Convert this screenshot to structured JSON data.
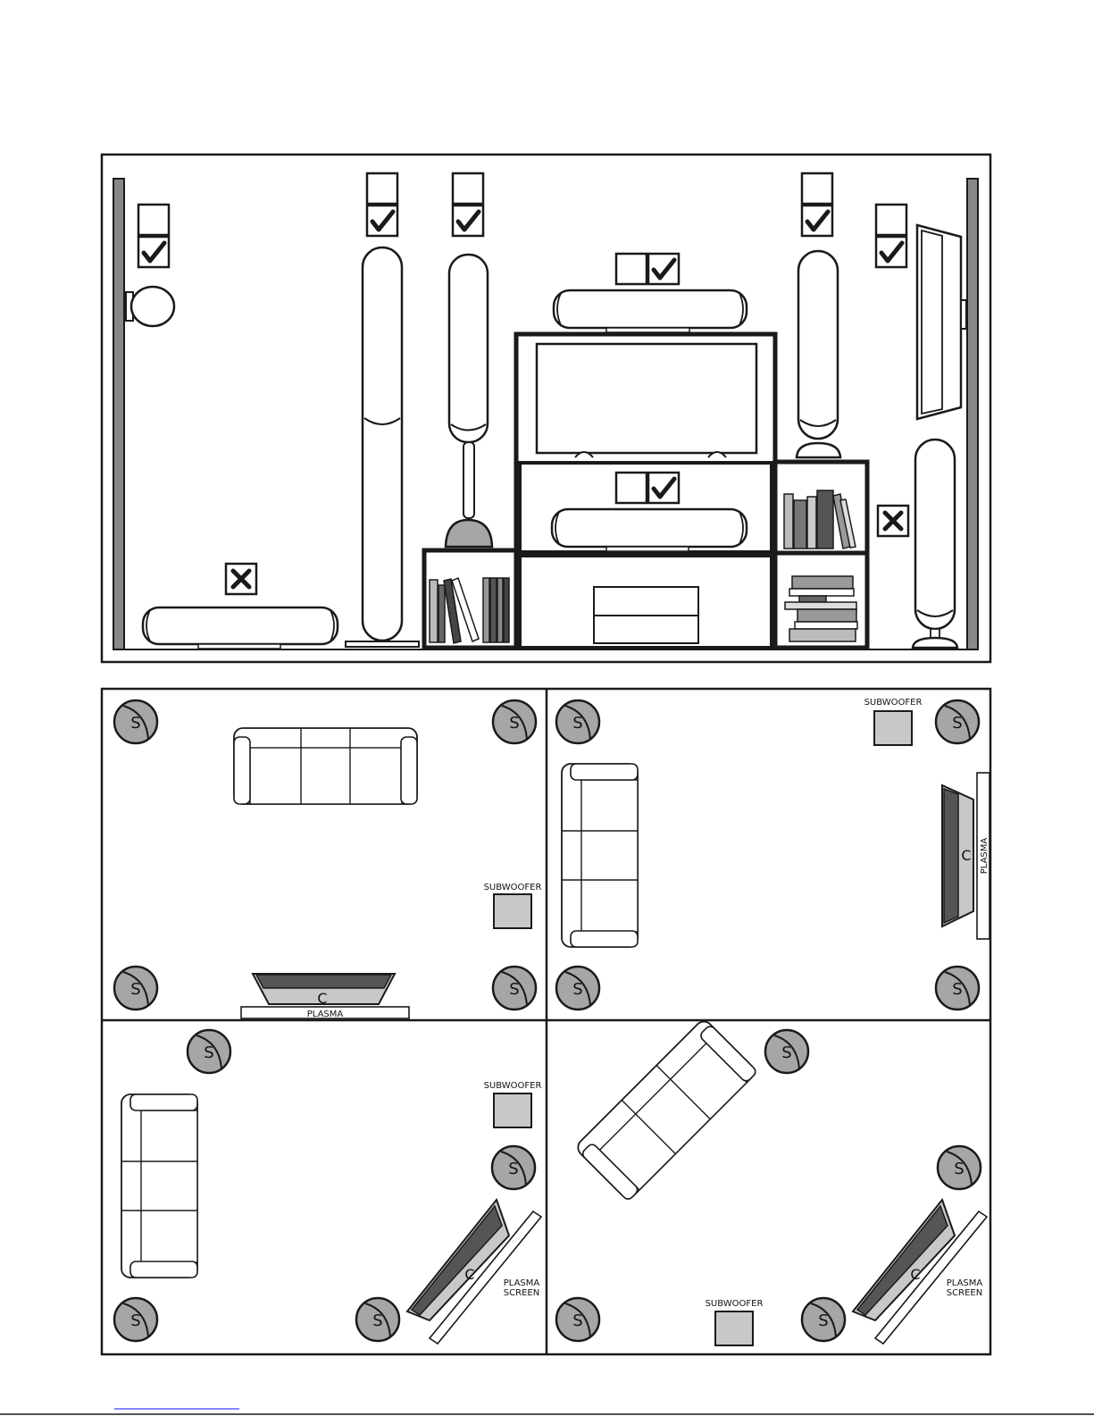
{
  "labels": {
    "speaker": "S",
    "center": "C",
    "subwoofer": "SUBWOOFER",
    "plasma": "PLASMA",
    "plasma_screen_1": "PLASMA",
    "plasma_screen_2": "SCREEN"
  },
  "colors": {
    "wall": "#888888",
    "speaker_fill": "#a6a6a6",
    "sub_fill": "#c8c8c8",
    "center_dark": "#555555",
    "ink": "#1a1a1a",
    "link_underline": "#3a3aff"
  },
  "icons": {
    "check": "check-mark-icon",
    "cross": "cross-mark-icon",
    "speaker": "speaker-top-view-icon",
    "sofa": "sofa-icon"
  }
}
